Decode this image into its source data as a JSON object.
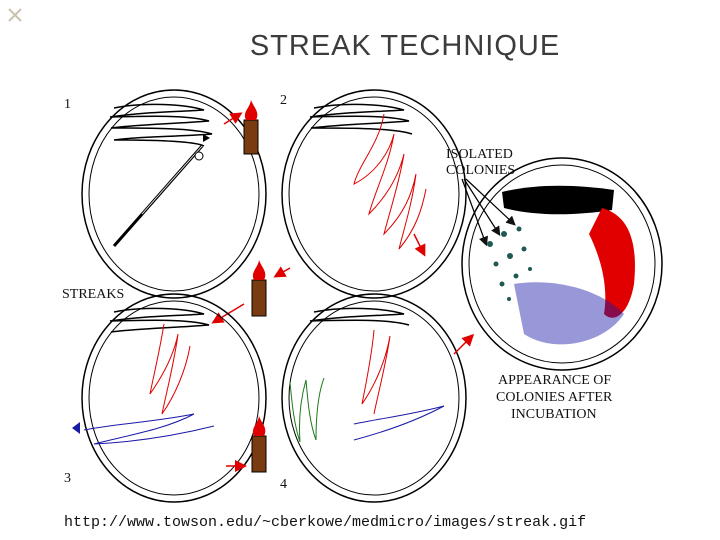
{
  "slide": {
    "title": "STREAK TECHNIQUE",
    "source_url": "http://www.towson.edu/~cberkowe/medmicro/images/streak.gif"
  },
  "figure": {
    "plate_labels": [
      "1",
      "2",
      "3",
      "4"
    ],
    "streaks_label": "STREAKS",
    "isolated_label_line1": "ISOLATED",
    "isolated_label_line2": "COLONIES",
    "result_label_line1": "APPEARANCE OF",
    "result_label_line2": "COLONIES AFTER",
    "result_label_line3": "INCUBATION"
  },
  "colors": {
    "streak_black": "#000000",
    "streak_red": "#e00000",
    "streak_blue": "#1a1aa8",
    "streak_green": "#1c7a1c",
    "colony_dark_green": "#1e5a52",
    "arrow_red": "#e00000",
    "burner_brown": "#7a3b10"
  }
}
